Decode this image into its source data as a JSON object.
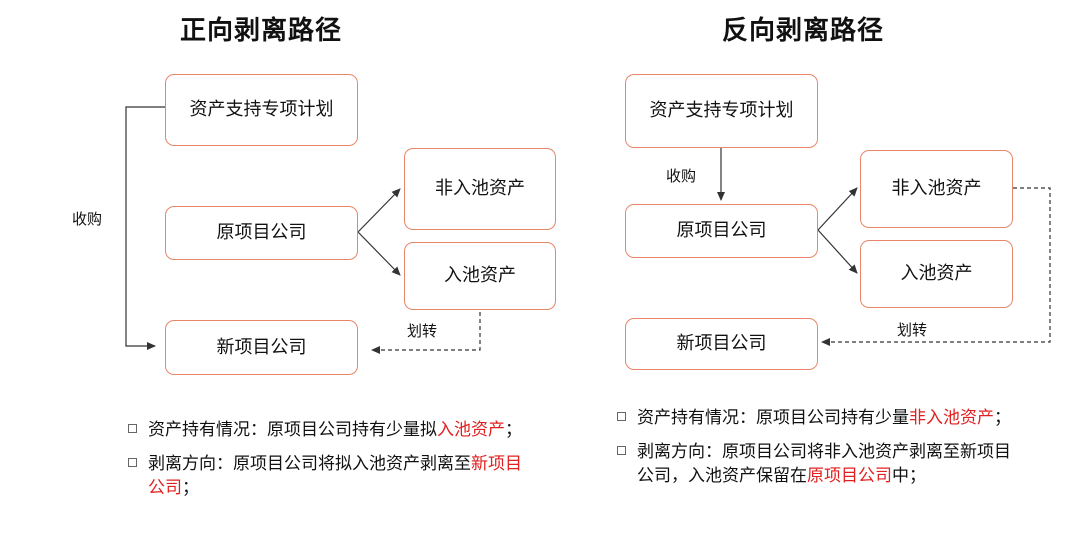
{
  "left": {
    "title": "正向剥离路径",
    "box_spv": "资产支持专项计划",
    "box_original": "原项目公司",
    "box_non_pool": "非入池资产",
    "box_pool": "入池资产",
    "box_new": "新项目公司",
    "label_acquire": "收购",
    "label_transfer": "划转",
    "bullet1": {
      "text": "资产持有情况：原项目公司持有少量拟",
      "highlight": "入池资产",
      "suffix": "；"
    },
    "bullet2": {
      "text": "剥离方向：原项目公司将拟入池资产剥离至",
      "highlight": "新项目公司",
      "suffix": "；"
    }
  },
  "right": {
    "title": "反向剥离路径",
    "box_spv": "资产支持专项计划",
    "box_original": "原项目公司",
    "box_non_pool": "非入池资产",
    "box_pool": "入池资产",
    "box_new": "新项目公司",
    "label_acquire": "收购",
    "label_transfer": "划转",
    "bullet1": {
      "text": "资产持有情况：原项目公司持有少量",
      "highlight": "非入池资产",
      "suffix": "；"
    },
    "bullet2": {
      "text": "剥离方向：原项目公司将非入池资产剥离至新项目公司，入池资产保留在",
      "highlight": "原项目公司",
      "suffix": "中；"
    }
  },
  "colors": {
    "box_border": "#e8866a",
    "highlight": "#e02020",
    "line": "#333333"
  }
}
